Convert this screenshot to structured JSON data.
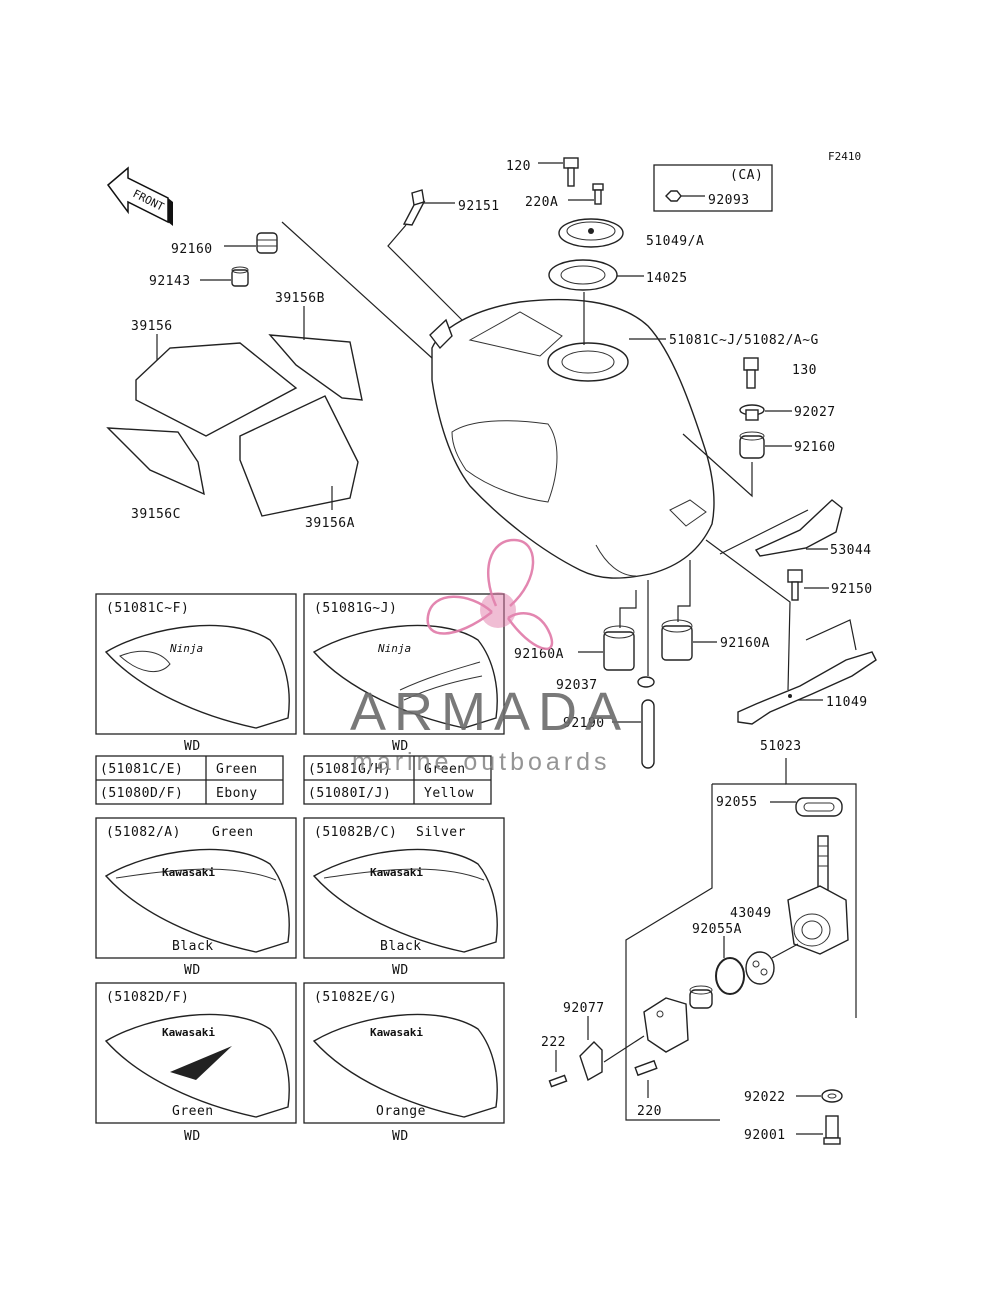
{
  "figure_code": "F2410",
  "front_arrow_label": "FRONT",
  "ca_box": {
    "label": "(CA)",
    "part": "92093"
  },
  "callouts": {
    "p120": "120",
    "p220A": "220A",
    "p92151": "92151",
    "p51049A": "51049/A",
    "p14025": "14025",
    "p92160_top": "92160",
    "p92143": "92143",
    "p39156B": "39156B",
    "p39156": "39156",
    "p39156C": "39156C",
    "p39156A": "39156A",
    "p51081": "51081C~J/51082/A~G",
    "p130": "130",
    "p92027": "92027",
    "p92160_right": "92160",
    "p53044": "53044",
    "p92150": "92150",
    "p92160A_left": "92160A",
    "p92160A_right": "92160A",
    "p92037": "92037",
    "p92190": "92190",
    "p11049": "11049",
    "p51023": "51023",
    "p92055": "92055",
    "p43049": "43049",
    "p92055A": "92055A",
    "p92077": "92077",
    "p222": "222",
    "p220": "220",
    "p92022": "92022",
    "p92001": "92001"
  },
  "variant_panels": [
    {
      "title": "(51081C~F)",
      "color_label": "",
      "caption": "WD"
    },
    {
      "title": "(51081G~J)",
      "color_label": "",
      "caption": "WD"
    },
    {
      "title": "(51082/A)",
      "color_label": "Green",
      "bottom_label": "Black",
      "caption": "WD"
    },
    {
      "title": "(51082B/C)",
      "color_label": "Silver",
      "bottom_label": "Black",
      "caption": "WD"
    },
    {
      "title": "(51082D/F)",
      "color_label": "",
      "bottom_label": "Green",
      "caption": "WD"
    },
    {
      "title": "(51082E/G)",
      "color_label": "",
      "bottom_label": "Orange",
      "caption": "WD"
    }
  ],
  "color_table_left": [
    {
      "code": "(51081C/E)",
      "color": "Green"
    },
    {
      "code": "(51080D/F)",
      "color": "Ebony"
    }
  ],
  "color_table_right": [
    {
      "code": "(51081G/H)",
      "color": "Green"
    },
    {
      "code": "(51080I/J)",
      "color": "Yellow"
    }
  ],
  "tank_logos": {
    "ninja": "Ninja",
    "kawasaki": "Kawasaki"
  },
  "watermark": {
    "title": "ARMADA",
    "subtitle": "marine outboards",
    "accent_color": "#e07aa8"
  }
}
